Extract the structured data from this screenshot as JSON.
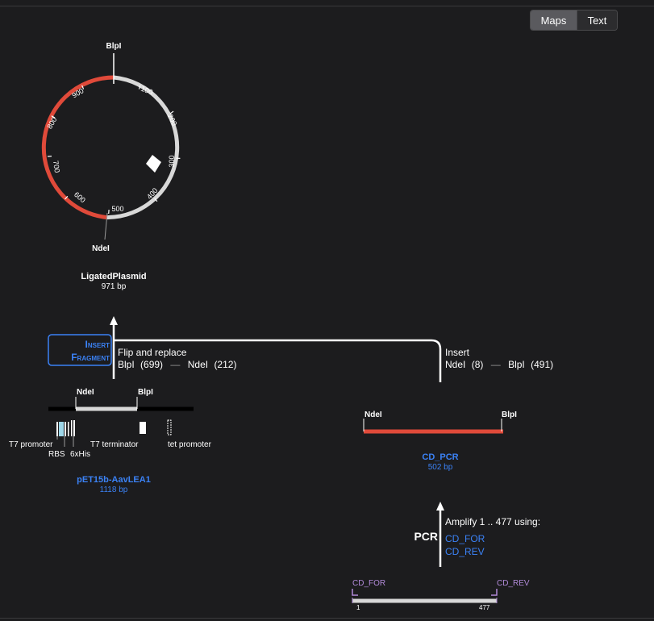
{
  "view_toggle": {
    "maps_label": "Maps",
    "text_label": "Text",
    "active": "Maps"
  },
  "plasmid": {
    "name": "LigatedPlasmid",
    "length_label": "971 bp",
    "site_top": "BlpI",
    "site_bottom": "NdeI",
    "ticks": [
      "100",
      "200",
      "300",
      "400",
      "500",
      "600",
      "700",
      "800",
      "900"
    ]
  },
  "insert_fragment": {
    "line1": "Insert",
    "line2": "Fragment"
  },
  "flip": {
    "title": "Flip and replace",
    "site1": "BlpI",
    "pos1": "(699)",
    "dash": "—",
    "site2": "NdeI",
    "pos2": "(212)"
  },
  "insert": {
    "title": "Insert",
    "site1": "NdeI",
    "pos1": "(8)",
    "dash": "—",
    "site2": "BlpI",
    "pos2": "(491)"
  },
  "vector": {
    "name": "pET15b-AavLEA1",
    "length_label": "1118 bp",
    "site_left": "NdeI",
    "site_right": "BlpI",
    "features": [
      "T7 promoter",
      "RBS",
      "6xHis",
      "T7 terminator",
      "tet promoter"
    ]
  },
  "pcr_product": {
    "name": "CD_PCR",
    "length_label": "502 bp",
    "site_left": "NdeI",
    "site_right": "BlpI"
  },
  "pcr": {
    "label": "PCR",
    "amplify_text": "Amplify 1 .. 477 using:",
    "primer_forward": "CD_FOR",
    "primer_reverse": "CD_REV"
  },
  "template": {
    "primer_left": "CD_FOR",
    "primer_right": "CD_REV",
    "start": "1",
    "end": "477"
  },
  "colors": {
    "background": "#1c1c1e",
    "accent_red": "#e04a3a",
    "link_blue": "#3b82f6",
    "primer_purple": "#b18ad8",
    "backbone_gray": "#d8d8d8"
  }
}
